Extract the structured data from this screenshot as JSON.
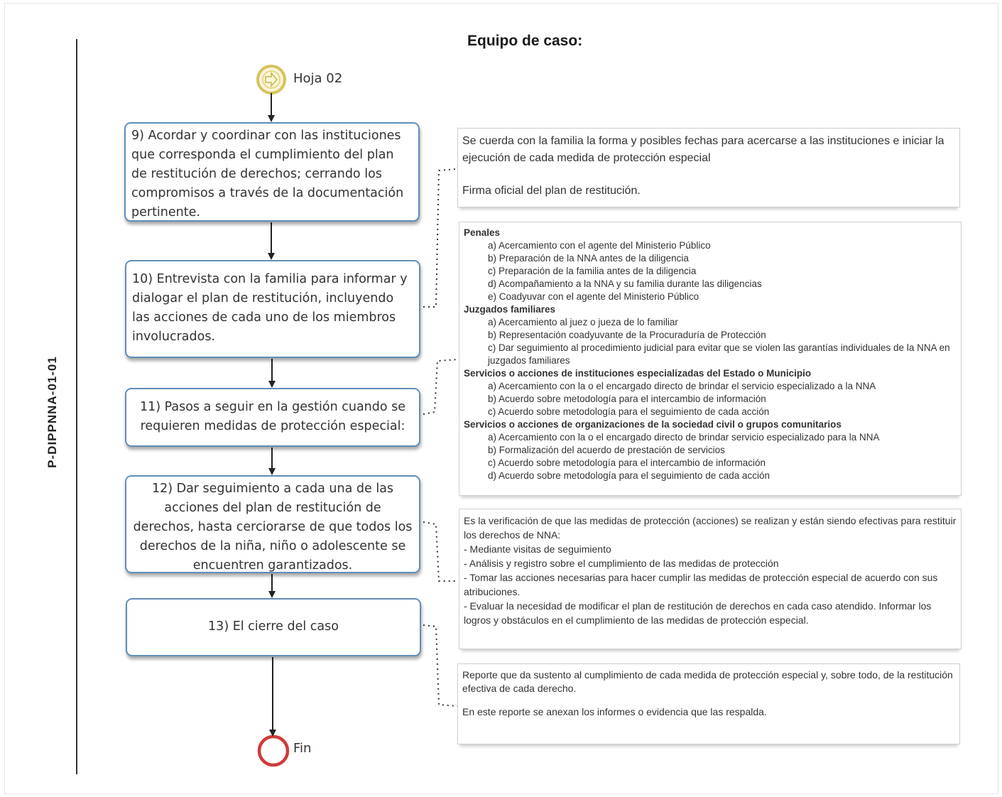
{
  "header": {
    "title": "Equipo de caso:"
  },
  "side_code": "P-DIPPNNA-01-01",
  "start_event": {
    "label": "Hoja 02"
  },
  "end_event": {
    "label": "Fin"
  },
  "steps": [
    {
      "id": "9",
      "text": "9) Acordar y coordinar  con las instituciones que corresponda el cumplimiento del plan de restitución de derechos; cerrando los compromisos a través de la documentación pertinente."
    },
    {
      "id": "10",
      "text": "10) Entrevista con la familia para informar y dialogar el plan de restitución, incluyendo las acciones de cada uno de los miembros involucrados."
    },
    {
      "id": "11",
      "text": "11) Pasos a seguir en la gestión cuando se requieren medidas de protección especial:"
    },
    {
      "id": "12",
      "text": "12) Dar seguimiento  a cada una de las acciones del plan de restitución de derechos, hasta cerciorarse de que todos los derechos de la niña, niño o adolescente se encuentren garantizados."
    },
    {
      "id": "13",
      "text": "13) El cierre del caso"
    }
  ],
  "notes": {
    "note1": {
      "line1": "Se cuerda con la familia la forma y posibles fechas para acercarse a las instituciones e iniciar la ejecución de cada medida de protección especial",
      "line2": "Firma oficial del plan de restitución."
    },
    "note2": {
      "sections": [
        {
          "heading": "Penales",
          "items": [
            "a) Acercamiento con el agente del Ministerio Público",
            "b) Preparación de la NNA antes de la diligencia",
            "c) Preparación de la familia antes de la diligencia",
            "d) Acompañamiento a la NNA y su familia durante las diligencias",
            "e) Coadyuvar con el agente del Ministerio Público"
          ]
        },
        {
          "heading": "Juzgados familiares",
          "items": [
            "a) Acercamiento al juez o jueza de lo familiar",
            "b) Representación coadyuvante de la Procuraduría de Protección",
            "c) Dar seguimiento al procedimiento judicial para evitar que se violen las garantías individuales de la NNA en juzgados familiares"
          ]
        },
        {
          "heading": "Servicios o acciones de instituciones especializadas del Estado o Municipio",
          "items": [
            "a) Acercamiento con la o el encargado directo de brindar el servicio especializado a la NNA",
            "b) Acuerdo sobre metodología para el intercambio de información",
            "c) Acuerdo sobre metodología para el seguimiento de cada acción"
          ]
        },
        {
          "heading": "Servicios o acciones de organizaciones de la sociedad civil o grupos comunitarios",
          "items": [
            "a) Acercamiento con la o el encargado directo de brindar servicio especializado para la NNA",
            "b) Formalización del acuerdo de prestación de servicios",
            "c) Acuerdo sobre metodología para el intercambio de información",
            "d) Acuerdo sobre metodología para el seguimiento de cada acción"
          ]
        }
      ]
    },
    "note3": {
      "lines": [
        "Es la verificación de que las medidas de protección (acciones) se realizan y están siendo efectivas para restituir los derechos de NNA:",
        "- Mediante visitas de seguimiento",
        "- Análisis y registro sobre el cumplimiento de las medidas de protección",
        "- Tomar las acciones necesarias para hacer cumplir las medidas de protección especial de acuerdo con sus atribuciones.",
        "- Evaluar la necesidad de modificar el plan de restitución de derechos en cada caso atendido. Informar los logros y obstáculos en el cumplimiento de las medidas de protección especial."
      ]
    },
    "note4": {
      "line1": "Reporte que da sustento al cumplimiento de cada medida de protección especial y, sobre todo, de la restitución efectiva de cada derecho.",
      "line2": "En este reporte se anexan los informes o evidencia que las respalda."
    }
  }
}
